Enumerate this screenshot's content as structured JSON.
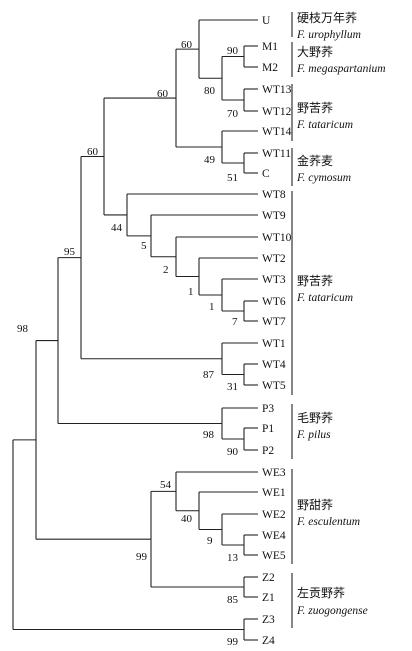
{
  "tree": {
    "taxa": [
      "U",
      "M1",
      "M2",
      "WT13",
      "WT12",
      "WT14",
      "WT11",
      "C",
      "WT8",
      "WT9",
      "WT10",
      "WT2",
      "WT3",
      "WT6",
      "WT7",
      "WT1",
      "WT4",
      "WT5",
      "P3",
      "P1",
      "P2",
      "WE3",
      "WE1",
      "WE2",
      "WE4",
      "WE5",
      "Z2",
      "Z1",
      "Z3",
      "Z4"
    ],
    "bootstrap": [
      "60",
      "90",
      "80",
      "70",
      "60",
      "49",
      "51",
      "60",
      "44",
      "5",
      "2",
      "1",
      "1",
      "7",
      "87",
      "31",
      "95",
      "98",
      "90",
      "98",
      "54",
      "40",
      "9",
      "13",
      "99",
      "85",
      "99"
    ],
    "groups": [
      {
        "cn": "硬枝万年荞",
        "latin": "F. urophyllum"
      },
      {
        "cn": "大野荞",
        "latin": "F. megaspartanium"
      },
      {
        "cn": "野苦荞",
        "latin": "F. tataricum"
      },
      {
        "cn": "金荞麦",
        "latin": "F. cymosum"
      },
      {
        "cn": "野苦荞",
        "latin": "F. tataricum"
      },
      {
        "cn": "毛野荞",
        "latin": "F. pilus"
      },
      {
        "cn": "野甜荞",
        "latin": "F. esculentum"
      },
      {
        "cn": "左贡野荞",
        "latin": "F. zuogongense"
      }
    ]
  }
}
